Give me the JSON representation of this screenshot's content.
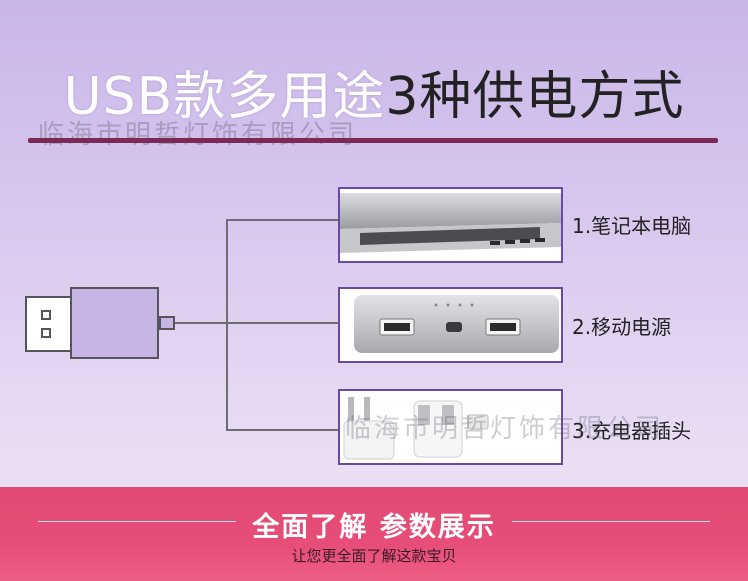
{
  "title": {
    "part1": "USB款多用途",
    "part2": "3种供电方式"
  },
  "watermark": "临海市明哲灯饰有限公司",
  "options": [
    {
      "label": "1.笔记本电脑",
      "icon": "laptop-icon"
    },
    {
      "label": "2.移动电源",
      "icon": "power-bank-icon"
    },
    {
      "label": "3.充电器插头",
      "icon": "charger-plug-icon"
    }
  ],
  "footer": {
    "title": "全面了解 参数展示",
    "subtitle": "让您更全面了解这款宝贝"
  },
  "colors": {
    "accent": "#e24a74",
    "divider": "#7a2a55",
    "frame": "#6a48a6",
    "background": "#d9c9ef"
  }
}
